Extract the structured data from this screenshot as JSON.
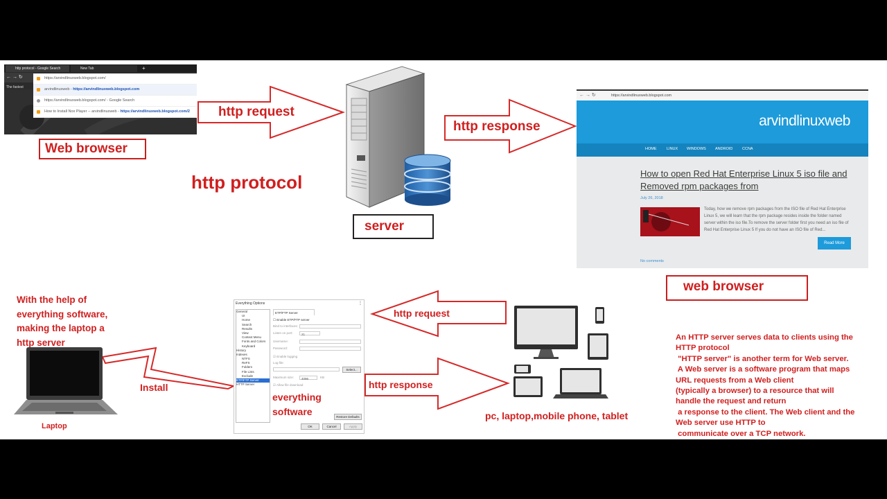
{
  "labels": {
    "web_browser_left": "Web browser",
    "http_request_top": "http request",
    "http_response_top": "http response",
    "http_protocol": "http protocol",
    "server": "server",
    "web_browser_right": "web browser",
    "laptop_caption": "With the help of\neverything software,\nmaking the laptop a\nhttp server",
    "install": "Install",
    "laptop": "Laptop",
    "http_request_bottom": "http request",
    "http_response_bottom": "http response",
    "everything_software": "everything\nsoftware",
    "devices": "pc, laptop,mobile phone, tablet",
    "description": "An HTTP server serves data to clients using the\nHTTP protocol\n \"HTTP server\" is another term for Web server.\n A Web server is a software program that maps\nURL requests from a Web client\n(typically a browser) to a resource that will\nhandle the request and return\n a response to the client. The Web client and the\nWeb server use HTTP to\n communicate over a TCP network."
  },
  "chrome": {
    "tab1": "http protocol - Google Search",
    "tab2": "New Tab",
    "side_text": "The fastest",
    "suggestions": [
      {
        "text": "https://arvindlinuxweb.blogspot.com/",
        "url": ""
      },
      {
        "text": "arvindlinuxweb - ",
        "url": "https://arvindlinuxweb.blogspot.com"
      },
      {
        "text": "https://arvindlinuxweb.blogspot.com/ - Google Search",
        "url": ""
      },
      {
        "text": "How to Install Nox Player -- arvindlinuxweb - ",
        "url": "https://arvindlinuxweb.blogspot.com/2"
      }
    ]
  },
  "blog": {
    "address": "https://arvindlinuxweb.blogspot.com",
    "site_title": "arvindlinuxweb",
    "nav": [
      "HOME",
      "LINUX",
      "WINDOWS",
      "ANDROID",
      "CCNA"
    ],
    "post_title": "How to open Red Hat Enterprise Linux 5 iso file and Removed rpm packages from",
    "date": "July 26, 2018",
    "excerpt": "Today, how we remove rpm packages from the ISO file of Red Hat Enterprise Linux 5, we will learn that the rpm package resides inside the folder named server within the iso file.To remove the server folder first you need an iso file of Red Hat Enterprise Linux 5 If you do not have an ISO file of Red...",
    "read_more": "Read More",
    "comments": "No comments"
  },
  "everything": {
    "window_title": "Everything Options",
    "tree": [
      "General",
      "UI",
      "Home",
      "Search",
      "Results",
      "View",
      "Context Menu",
      "Fonts and Colors",
      "Keyboard",
      "History",
      "Indexes",
      "NTFS",
      "ReFS",
      "Folders",
      "File Lists",
      "Exclude",
      "ETP/FTP Server",
      "HTTP Server"
    ],
    "tree_selected": "ETP/FTP Server",
    "group": "ETP/FTP Server",
    "enable": "Enable ETP/FTP server",
    "bind": "Bind to interfaces:",
    "port_label": "Listen on port:",
    "port_value": "21",
    "username": "Username:",
    "password": "Password:",
    "enable_logging": "Enable logging",
    "log_file": "Log file:",
    "select": "Select...",
    "max_size": "Maximum size:",
    "max_size_value": "4096",
    "kb": "KB",
    "allow_download": "Allow file download",
    "restore": "Restore Defaults",
    "ok": "OK",
    "cancel": "Cancel",
    "apply": "Apply"
  },
  "colors": {
    "accent_red": "#d01f1f",
    "blog_blue": "#1d9bdb",
    "nav_blue": "#1583bd"
  }
}
